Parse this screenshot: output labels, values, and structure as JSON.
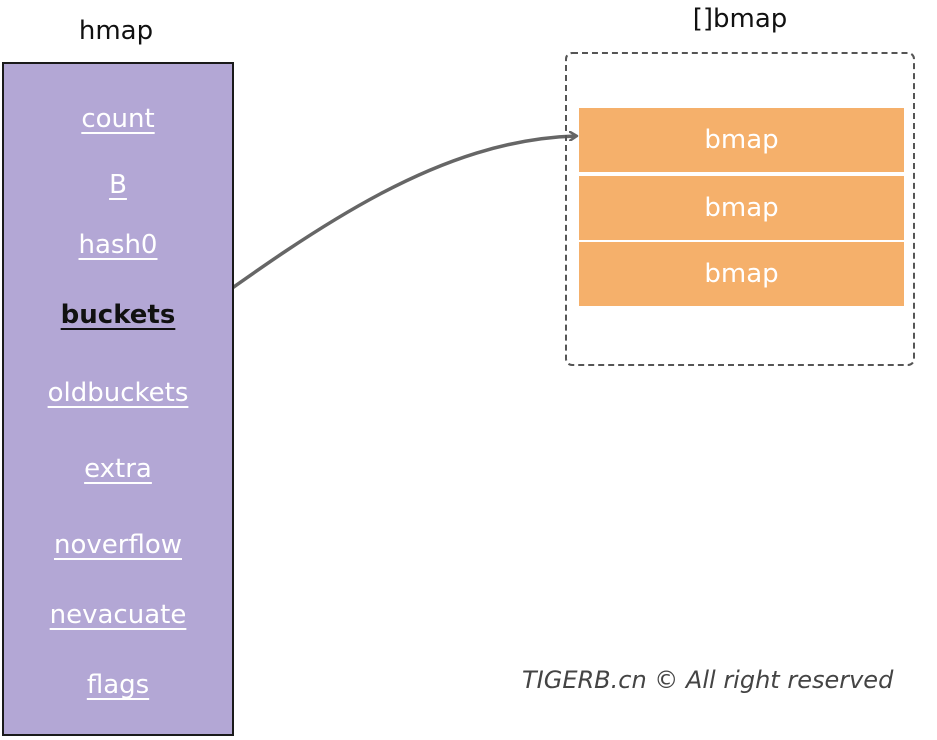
{
  "hmap": {
    "title": "hmap",
    "fields": [
      "count",
      "B",
      "hash0",
      "buckets",
      "oldbuckets",
      "extra",
      "noverflow",
      "nevacuate",
      "flags"
    ],
    "active_field": "buckets"
  },
  "bmap_array": {
    "title": "[]bmap",
    "cells": [
      "bmap",
      "bmap",
      "bmap"
    ]
  },
  "watermark": "TIGERB.cn © All right reserved",
  "colors": {
    "hmap_fill": "#b3a7d5",
    "bmap_fill": "#f5b06b",
    "arrow": "#666666"
  }
}
